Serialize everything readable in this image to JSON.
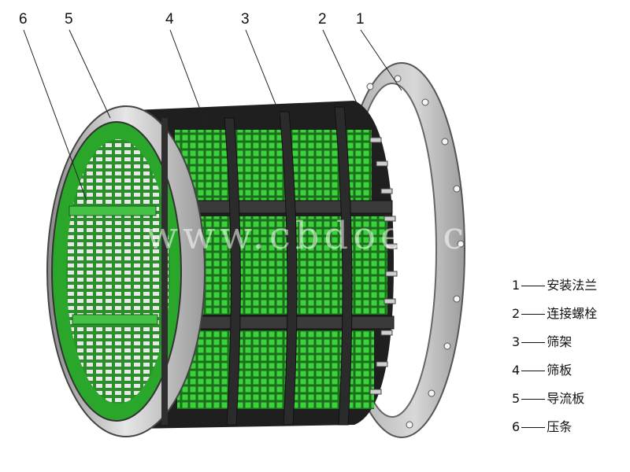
{
  "callouts": [
    "6",
    "5",
    "4",
    "3",
    "2",
    "1"
  ],
  "legend": [
    {
      "num": "1",
      "name": "安装法兰"
    },
    {
      "num": "2",
      "name": "连接螺栓"
    },
    {
      "num": "3",
      "name": "筛架"
    },
    {
      "num": "4",
      "name": "筛板"
    },
    {
      "num": "5",
      "name": "导流板"
    },
    {
      "num": "6",
      "name": "压条"
    }
  ],
  "watermark": "www.cbdoer.com",
  "colors": {
    "screen_green": "#2fb52f",
    "frame_dark": "#2a2a2a",
    "flange_grey": "#bdbdbd"
  }
}
